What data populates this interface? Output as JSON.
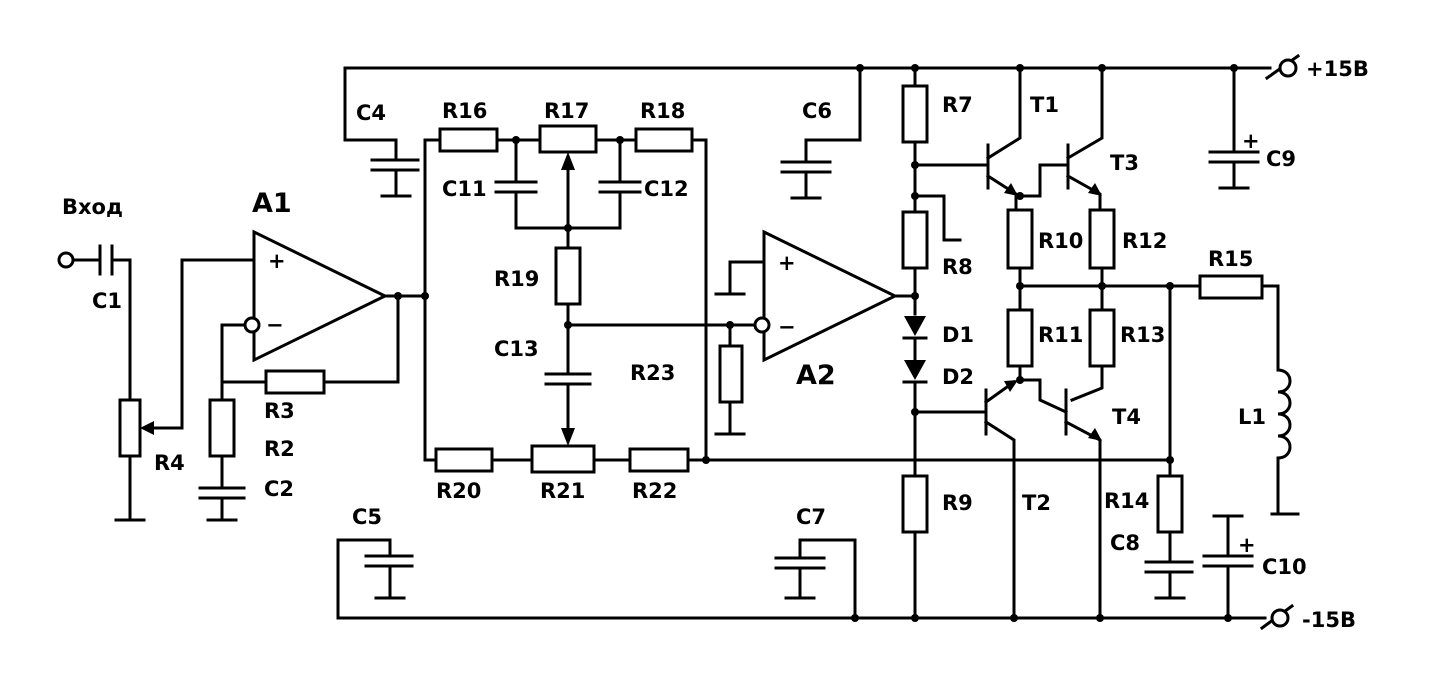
{
  "rails": {
    "pos": "+15В",
    "neg": "-15В"
  },
  "input": {
    "label": "Вход"
  },
  "opamps": {
    "a1": "A1",
    "a2": "A2"
  },
  "resistors": {
    "r2": "R2",
    "r3": "R3",
    "r4": "R4",
    "r7": "R7",
    "r8": "R8",
    "r9": "R9",
    "r10": "R10",
    "r11": "R11",
    "r12": "R12",
    "r13": "R13",
    "r14": "R14",
    "r15": "R15",
    "r16": "R16",
    "r17": "R17",
    "r18": "R18",
    "r19": "R19",
    "r20": "R20",
    "r21": "R21",
    "r22": "R22",
    "r23": "R23"
  },
  "capacitors": {
    "c1": "C1",
    "c2": "C2",
    "c4": "C4",
    "c5": "C5",
    "c6": "C6",
    "c7": "C7",
    "c8": "C8",
    "c9": "C9",
    "c10": "C10",
    "c11": "C11",
    "c12": "C12",
    "c13": "C13"
  },
  "diodes": {
    "d1": "D1",
    "d2": "D2"
  },
  "transistors": {
    "t1": "T1",
    "t2": "T2",
    "t3": "T3",
    "t4": "T4"
  },
  "inductors": {
    "l1": "L1"
  },
  "symbols": {
    "plus": "+",
    "minus": "−"
  }
}
